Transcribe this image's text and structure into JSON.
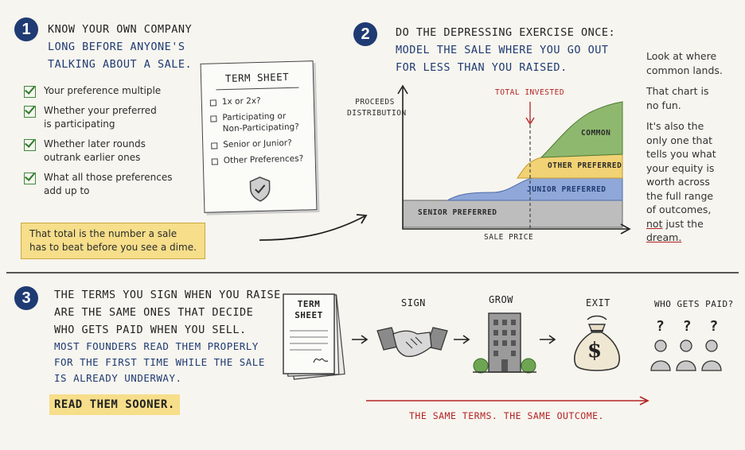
{
  "section1": {
    "number": "1",
    "title": "Know your own company",
    "subtitle": [
      "Long before anyone's",
      "talking about a sale."
    ],
    "checks": [
      "Your preference multiple",
      "Whether your preferred is participating",
      "Whether later rounds outrank earlier ones",
      "What all those preferences add up to"
    ],
    "callout": [
      "That total is the number a sale",
      "has to beat before you see a dime."
    ],
    "term_sheet": {
      "title": "Term Sheet",
      "items": [
        "1x or 2x?",
        "Participating or Non-Participating?",
        "Senior or Junior?",
        "Other Preferences?"
      ],
      "icon": "shield-check-icon"
    }
  },
  "section2": {
    "number": "2",
    "title": "Do the depressing exercise once:",
    "subtitle": [
      "Model the sale where you go out",
      "for less than you raised."
    ],
    "side_note": {
      "p1": [
        "Look at where",
        "common lands."
      ],
      "p2": [
        "That chart is",
        "no fun."
      ],
      "p3": [
        "It's also the",
        "only one that",
        "tells you what",
        "your equity is",
        "worth across",
        "the full range",
        "of outcomes,"
      ],
      "p3_last_a": "not",
      "p3_last_b": " just the",
      "p3_last_c": "dream."
    }
  },
  "chart_data": {
    "type": "area",
    "ylabel": "Proceeds distribution",
    "xlabel": "Sale price",
    "annotation": "Total invested",
    "series": [
      {
        "name": "Senior Preferred",
        "color": "#bdbdbd"
      },
      {
        "name": "Junior Preferred",
        "color": "#8fa8d9"
      },
      {
        "name": "Other Preferred",
        "color": "#f1d274"
      },
      {
        "name": "Common",
        "color": "#8fb86f"
      }
    ]
  },
  "section3": {
    "number": "3",
    "title": [
      "The terms you sign when you raise",
      "are the same ones that decide",
      "who gets paid when you sell."
    ],
    "subtitle": [
      "Most founders read them properly",
      "for the first time while the sale",
      "is already underway."
    ],
    "callout": "Read them sooner.",
    "flow": {
      "doc": "Term Sheet",
      "steps": [
        "Sign",
        "Grow",
        "Exit",
        "Who gets paid?"
      ],
      "question": "?",
      "dollar": "$",
      "footer": "The same terms. The same outcome."
    }
  },
  "colors": {
    "navy": "#1f3b73",
    "red": "#b32424",
    "yellow": "#f6de8a",
    "green": "#3c8a3a"
  }
}
